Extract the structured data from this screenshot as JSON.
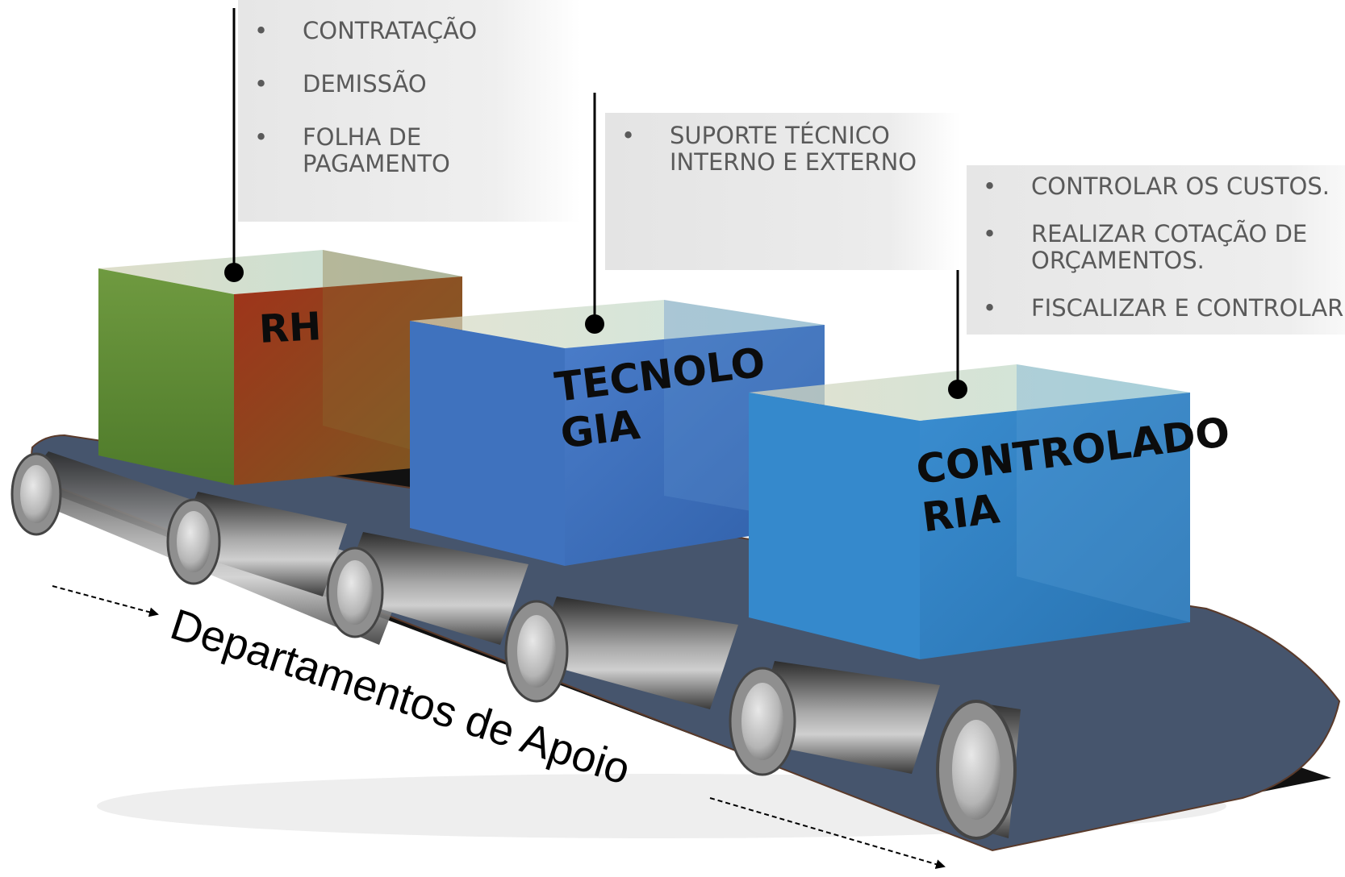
{
  "departments": [
    {
      "name": "RH",
      "color": "#7a4a1e",
      "items": [
        "CONTRATAÇÃO",
        "DEMISSÃO",
        "FOLHA DE\nPAGAMENTO"
      ]
    },
    {
      "name": "TECNOLO\nGIA",
      "color": "#3a6db4",
      "items": [
        "SUPORTE TÉCNICO\nINTERNO E EXTERNO"
      ]
    },
    {
      "name": "CONTROLADO\nRIA",
      "color": "#2e80c0",
      "items": [
        "CONTROLAR OS CUSTOS.",
        "REALIZAR COTAÇÃO DE\nORÇAMENTOS.",
        "FISCALIZAR E CONTROLAR"
      ]
    }
  ],
  "conveyor": {
    "label": "Departamentos de Apoio",
    "belt_color": "#46556d"
  }
}
